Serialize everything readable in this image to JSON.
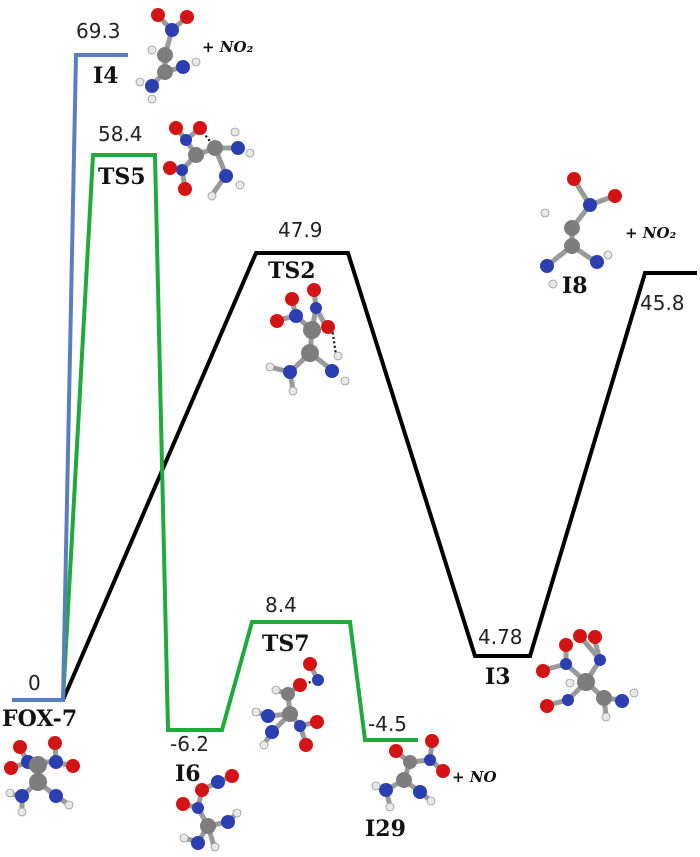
{
  "colors": {
    "black_path": "#000000",
    "green_path": "#1faa3c",
    "blue_path": "#5a7fc0",
    "carbon": "#7d7d7d",
    "oxygen": "#d41414",
    "nitrogen": "#2c3fb0",
    "hydrogen": "#e8e8e8"
  },
  "energies": {
    "fox7": "0",
    "i4": "69.3",
    "ts5": "58.4",
    "ts2": "47.9",
    "i8": "45.8",
    "i6": "-6.2",
    "ts7": "8.4",
    "i29": "-4.5",
    "i3": "4.78"
  },
  "species": {
    "fox7": "FOX-7",
    "i4": "I4",
    "ts5": "TS5",
    "ts2": "TS2",
    "i8": "I8",
    "i6": "I6",
    "ts7": "TS7",
    "i29": "I29",
    "i3": "I3"
  },
  "leaving_groups": {
    "i4": "+ NO₂",
    "i8": "+ NO₂",
    "i29": "+ NO"
  }
}
